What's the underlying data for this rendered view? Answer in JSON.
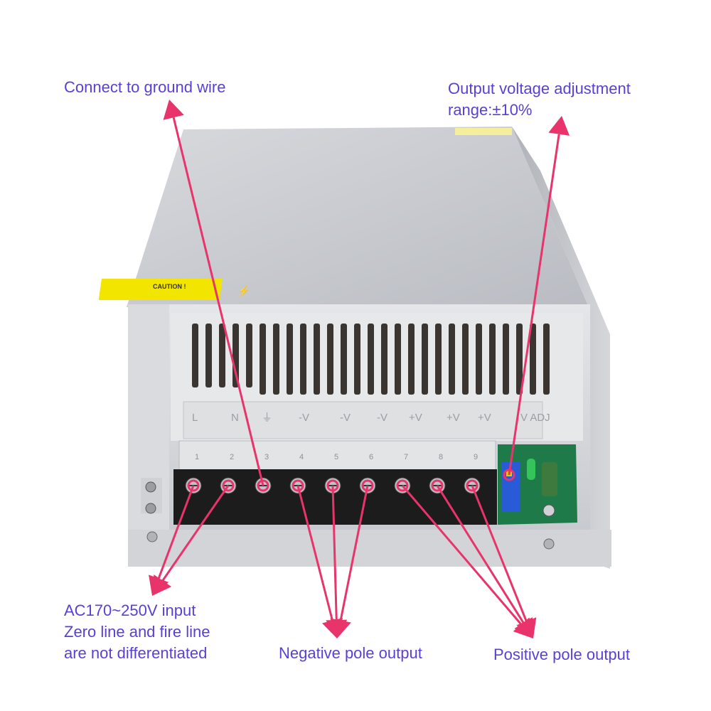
{
  "annotations": {
    "ground": "Connect to ground wire",
    "adjust_line1": "Output voltage adjustment",
    "adjust_line2": "range:±10%",
    "ac_line1": "AC170~250V input",
    "ac_line2": "Zero line and fire line",
    "ac_line3": "are not differentiated",
    "negative": "Negative pole output",
    "positive": "Positive pole output"
  },
  "device": {
    "caution_title": "CAUTION !",
    "terminal_labels": [
      "L",
      "N",
      "⏚",
      "-V",
      "-V",
      "-V",
      "+V",
      "+V",
      "+V",
      "V ADJ"
    ],
    "terminal_numbers": [
      "1",
      "2",
      "3",
      "4",
      "5",
      "6",
      "7",
      "8",
      "9"
    ]
  },
  "colors": {
    "annotation_text": "#5b3fd4",
    "arrow": "#e8336b",
    "case": "#c9ccd1",
    "terminal_block": "#1c1c1c",
    "caution_label": "#f2e600",
    "pcb": "#1f7a4a"
  }
}
